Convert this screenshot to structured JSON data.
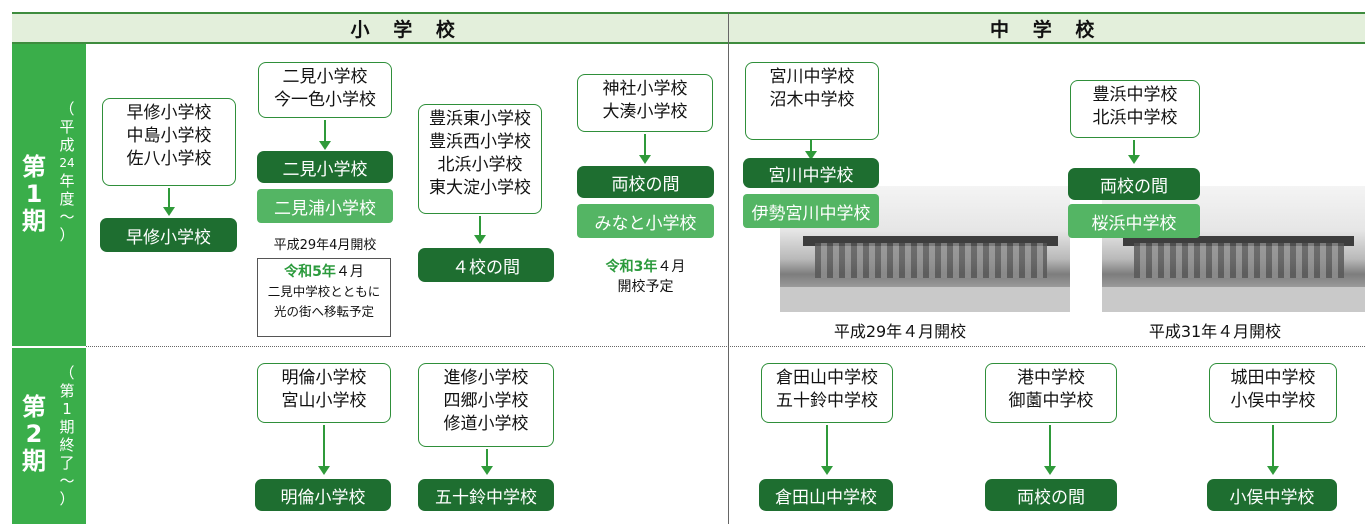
{
  "headers": {
    "elementary": "小 学 校",
    "junior": "中 学 校"
  },
  "periods": {
    "p1": {
      "main": [
        "第",
        "1",
        "期"
      ],
      "sub": [
        "（",
        "平",
        "成",
        "24",
        "年",
        "度",
        "～",
        "）"
      ]
    },
    "p2": {
      "main": [
        "第",
        "2",
        "期"
      ],
      "sub": [
        "（",
        "第",
        "1",
        "期",
        "終",
        "了",
        "～",
        "）"
      ]
    }
  },
  "p1_elem": {
    "g1": {
      "origin": [
        "早修小学校",
        "中島小学校",
        "佐八小学校"
      ],
      "result": "早修小学校"
    },
    "g2": {
      "origin": [
        "二見小学校",
        "今一色小学校"
      ],
      "result": "二見小学校",
      "new_name": "二見浦小学校",
      "open_note": "平成29年4月開校",
      "move_note": {
        "era": "令和5年",
        "month": "４月",
        "line2": "二見中学校とともに",
        "line3": "光の街へ移転予定"
      }
    },
    "g3": {
      "origin": [
        "豊浜東小学校",
        "豊浜西小学校",
        "北浜小学校",
        "東大淀小学校"
      ],
      "result": "４校の間"
    },
    "g4": {
      "origin": [
        "神社小学校",
        "大湊小学校"
      ],
      "result": "両校の間",
      "new_name": "みなと小学校",
      "note": {
        "era": "令和3年",
        "month": "４月",
        "line2": "開校予定"
      }
    }
  },
  "p1_junior": {
    "g1": {
      "origin": [
        "宮川中学校",
        "沼木中学校"
      ],
      "result": "宮川中学校",
      "new_name": "伊勢宮川中学校",
      "caption": "平成29年４月開校"
    },
    "g2": {
      "origin": [
        "豊浜中学校",
        "北浜中学校"
      ],
      "result": "両校の間",
      "new_name": "桜浜中学校",
      "caption": "平成31年４月開校"
    }
  },
  "p2_elem": {
    "g1": {
      "origin": [
        "明倫小学校",
        "宮山小学校"
      ],
      "result": "明倫小学校"
    },
    "g2": {
      "origin": [
        "進修小学校",
        "四郷小学校",
        "修道小学校"
      ],
      "result": "五十鈴中学校"
    }
  },
  "p2_junior": {
    "g1": {
      "origin": [
        "倉田山中学校",
        "五十鈴中学校"
      ],
      "result": "倉田山中学校"
    },
    "g2": {
      "origin": [
        "港中学校",
        "御薗中学校"
      ],
      "result": "両校の間"
    },
    "g3": {
      "origin": [
        "城田中学校",
        "小俣中学校"
      ],
      "result": "小俣中学校"
    }
  },
  "colors": {
    "dark_green": "#1e6e30",
    "light_green": "#54b564",
    "period_green": "#3aae4a",
    "border_green": "#2f8f3a",
    "header_bg": "#e3efdb"
  }
}
